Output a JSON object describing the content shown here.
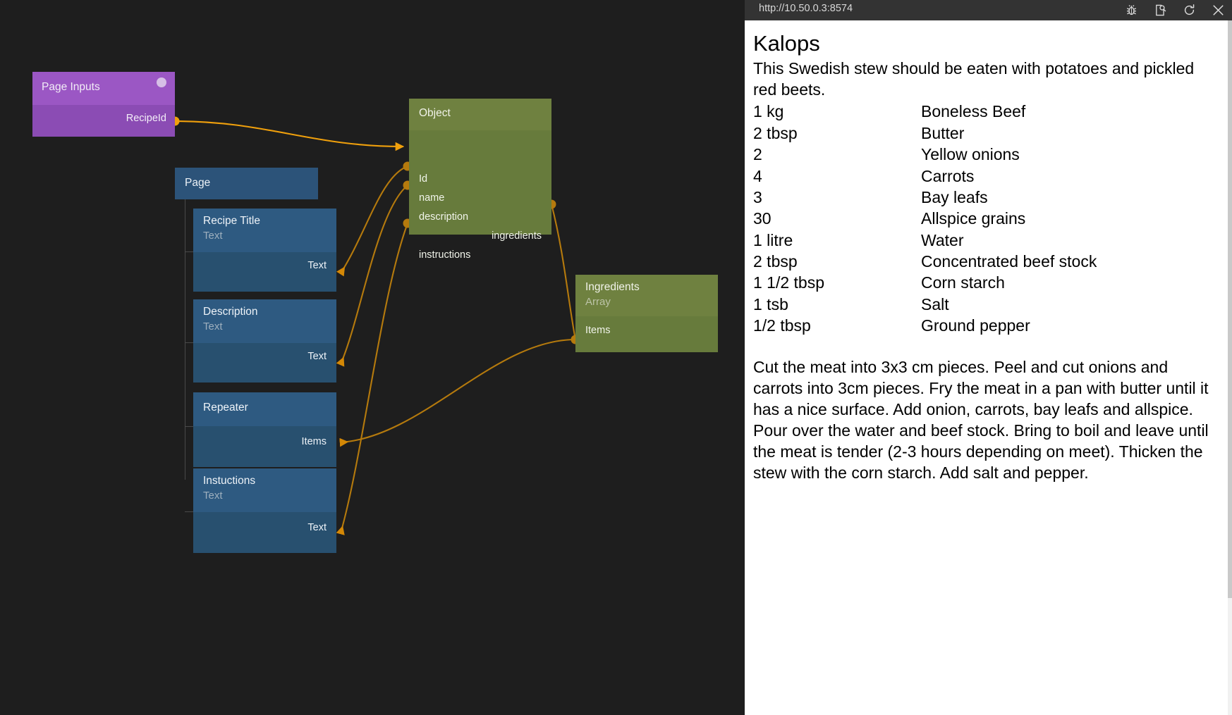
{
  "graph": {
    "nodes": {
      "page_inputs": {
        "title": "Page Inputs",
        "output_port": "RecipeId"
      },
      "page": {
        "title": "Page"
      },
      "recipe_title": {
        "title": "Recipe Title",
        "subtitle": "Text",
        "port": "Text"
      },
      "description": {
        "title": "Description",
        "subtitle": "Text",
        "port": "Text"
      },
      "repeater": {
        "title": "Repeater",
        "subtitle": "",
        "port": "Items"
      },
      "instuctions": {
        "title": "Instuctions",
        "subtitle": "Text",
        "port": "Text"
      },
      "object": {
        "title": "Object",
        "inputs": [
          "Id",
          "name",
          "description",
          "instructions"
        ],
        "outputs": [
          "ingredients"
        ]
      },
      "ingredients": {
        "title": "Ingredients",
        "subtitle": "Array",
        "port": "Items"
      }
    },
    "colors": {
      "canvas_bg": "#1e1e1e",
      "purple_header": "#9b57c4",
      "purple_body": "#8b4cb4",
      "blue_header": "#2e5a81",
      "blue_body": "#28506f",
      "green_header": "#6f8140",
      "green_body": "#677b3c",
      "wire": "#d48806",
      "port_dot": "#b57a0d"
    }
  },
  "browser": {
    "url": "http://10.50.0.3:8574",
    "icons": [
      {
        "name": "bug-icon",
        "label": "Debug"
      },
      {
        "name": "inspect-page-icon",
        "label": "Inspect"
      },
      {
        "name": "reload-icon",
        "label": "Reload"
      },
      {
        "name": "close-icon",
        "label": "Close"
      }
    ]
  },
  "recipe": {
    "title": "Kalops",
    "description": "This Swedish stew should be eaten with potatoes and pickled red beets.",
    "ingredients": [
      {
        "quantity": "1 kg",
        "name": "Boneless Beef"
      },
      {
        "quantity": "2 tbsp",
        "name": "Butter"
      },
      {
        "quantity": "2",
        "name": "Yellow onions"
      },
      {
        "quantity": "4",
        "name": "Carrots"
      },
      {
        "quantity": "3",
        "name": "Bay leafs"
      },
      {
        "quantity": "30",
        "name": "Allspice grains"
      },
      {
        "quantity": "1 litre",
        "name": "Water"
      },
      {
        "quantity": "2 tbsp",
        "name": "Concentrated beef stock"
      },
      {
        "quantity": "1 1/2 tbsp",
        "name": "Corn starch"
      },
      {
        "quantity": "1 tsb",
        "name": "Salt"
      },
      {
        "quantity": "1/2 tbsp",
        "name": "Ground pepper"
      }
    ],
    "instructions": "Cut the meat into 3x3 cm pieces. Peel and cut onions and carrots into 3cm pieces. Fry the meat in a pan with butter until it has a nice surface. Add onion, carrots, bay leafs and allspice. Pour over the water and beef stock. Bring to boil and leave until the meat is tender (2-3 hours depending on meet). Thicken the stew with the corn starch. Add salt and pepper."
  }
}
